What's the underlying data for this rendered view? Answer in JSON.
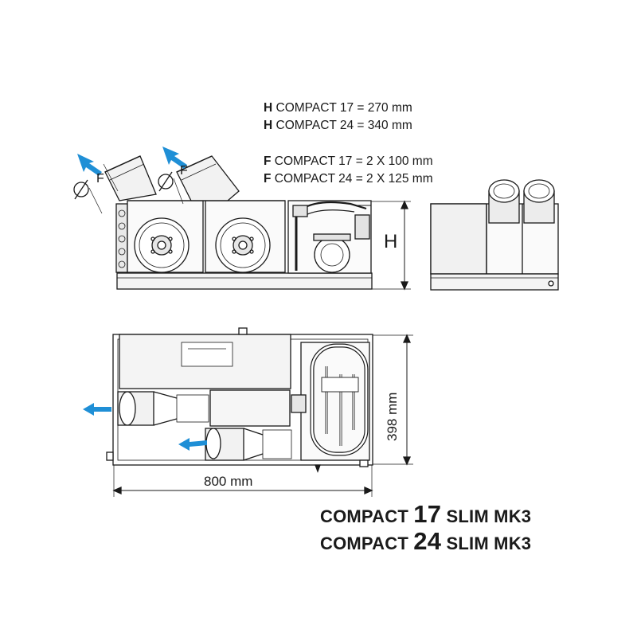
{
  "specs": {
    "h17": {
      "letter": "H",
      "text": " COMPACT 17 = 270 mm"
    },
    "h24": {
      "letter": "H",
      "text": " COMPACT 24 = 340 mm"
    },
    "f17": {
      "letter": "F",
      "text": " COMPACT 17 = 2 X 100 mm"
    },
    "f24": {
      "letter": "F",
      "text": " COMPACT 24 = 2 X 125 mm"
    }
  },
  "labels": {
    "height": "H",
    "duct_diameter": "F",
    "width_dim": "800 mm",
    "depth_dim": "398 mm"
  },
  "titles": {
    "line1": {
      "prefix": "COMPACT ",
      "num": "17",
      "suffix": " SLIM MK3"
    },
    "line2": {
      "prefix": "COMPACT ",
      "num": "24",
      "suffix": " SLIM MK3"
    }
  },
  "colors": {
    "airflow_arrow": "#1f8fd6",
    "line": "#1a1a1a",
    "fill_light": "#f2f2f2",
    "fill_mid": "#d9d9d9"
  }
}
